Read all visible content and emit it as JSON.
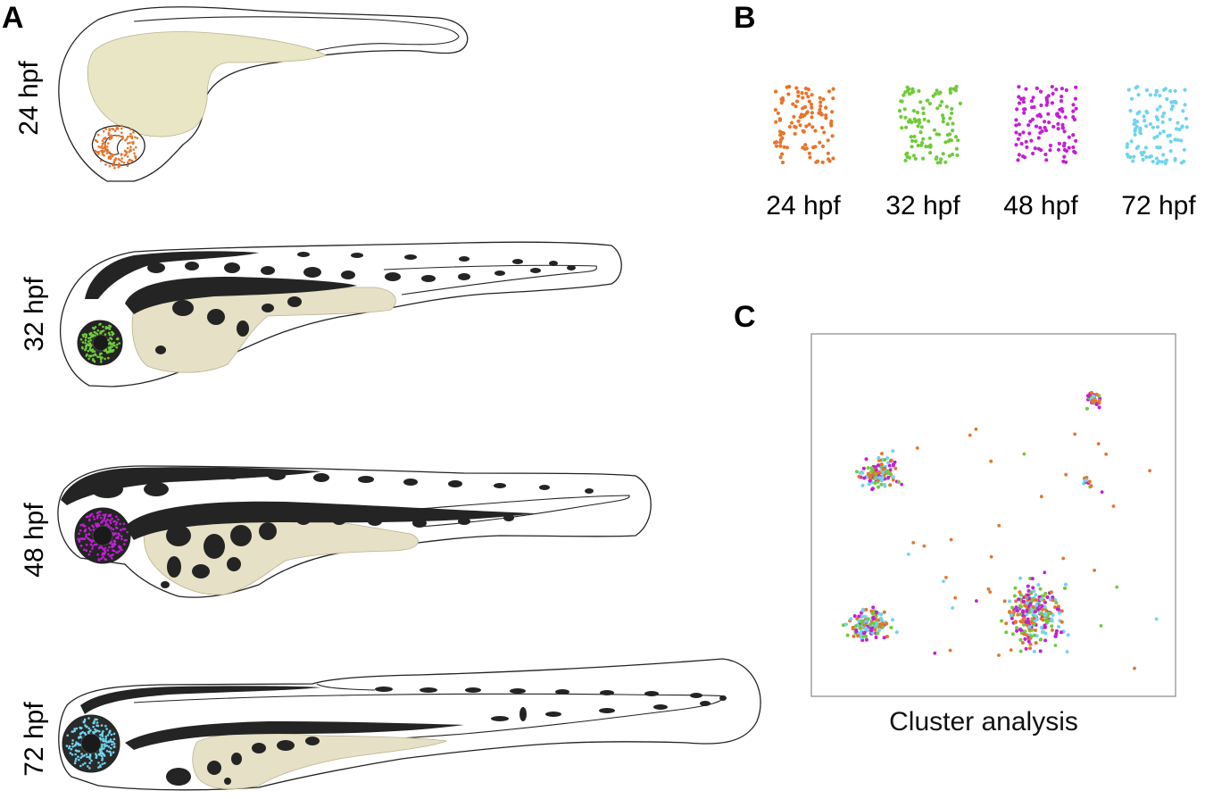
{
  "panels": {
    "a": {
      "letter": "A"
    },
    "b": {
      "letter": "B"
    },
    "c": {
      "letter": "C"
    }
  },
  "stages": [
    {
      "label": "24 hpf",
      "color": "#e8742a"
    },
    {
      "label": "32 hpf",
      "color": "#6fcb3a"
    },
    {
      "label": "48 hpf",
      "color": "#c21fd6"
    },
    {
      "label": "72 hpf",
      "color": "#6fd4ef"
    }
  ],
  "colors": {
    "yolk_24hpf": "#e9e6c6",
    "yolk": "#e6e0c6",
    "melanophore": "#242424",
    "outline": "#222222"
  },
  "cluster": {
    "caption": "Cluster analysis"
  }
}
